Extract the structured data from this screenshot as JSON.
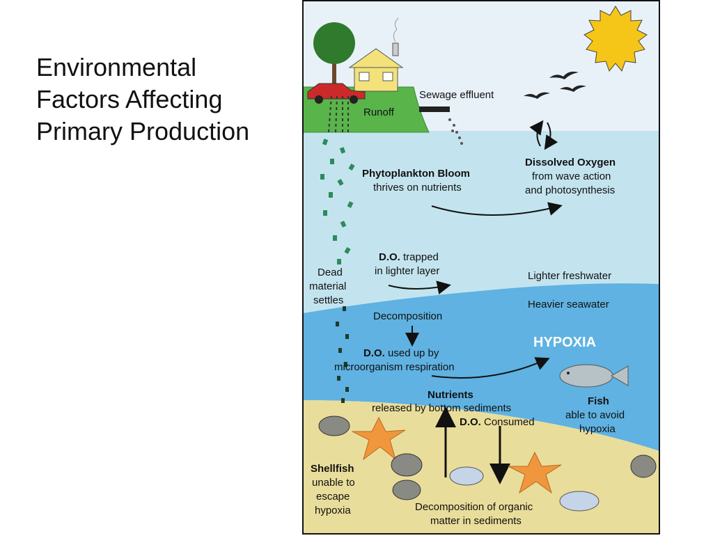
{
  "slide": {
    "title_lines": [
      "Environmental",
      "Factors Affecting",
      "Primary Production"
    ]
  },
  "diagram": {
    "labels": {
      "sewage": "Sewage effluent",
      "runoff": "Runoff",
      "do_heading": "Dissolved Oxygen",
      "do_line2": "from wave action",
      "do_line3": "and photosynthesis",
      "bloom_heading": "Phytoplankton Bloom",
      "bloom_line2": "thrives on nutrients",
      "dead_1": "Dead",
      "dead_2": "material",
      "dead_3": "settles",
      "trapped_do": "D.O.",
      "trapped_rest": " trapped",
      "trapped_line2": "in lighter layer",
      "lighter": "Lighter freshwater",
      "heavier": "Heavier seawater",
      "decomp": "Decomposition",
      "usedup_do": "D.O.",
      "usedup_rest": " used up by",
      "usedup_line2": "microorganism respiration",
      "hypoxia": "HYPOXIA",
      "nutrients_heading": "Nutrients",
      "nutrients_line2": "released by bottom sediments",
      "consumed_do": "D.O.",
      "consumed_rest": " Consumed",
      "fish_heading": "Fish",
      "fish_line2": "able to avoid",
      "fish_line3": "hypoxia",
      "shellfish_heading": "Shellfish",
      "shellfish_line2": "unable to",
      "shellfish_line3": "escape",
      "shellfish_line4": "hypoxia",
      "organic_line1": "Decomposition of organic",
      "organic_line2": "matter in sediments"
    },
    "colors": {
      "sky": "#e9f1f8",
      "upper_water": "#c3e4ee",
      "lower_water": "#5fb2e2",
      "sediment": "#e9dd9b",
      "grass": "#59b44a",
      "sun": "#f5c518",
      "plankton": "#2d8a5e",
      "starfish": "#f0963c",
      "hypoxia_text": "#ffffff"
    }
  }
}
